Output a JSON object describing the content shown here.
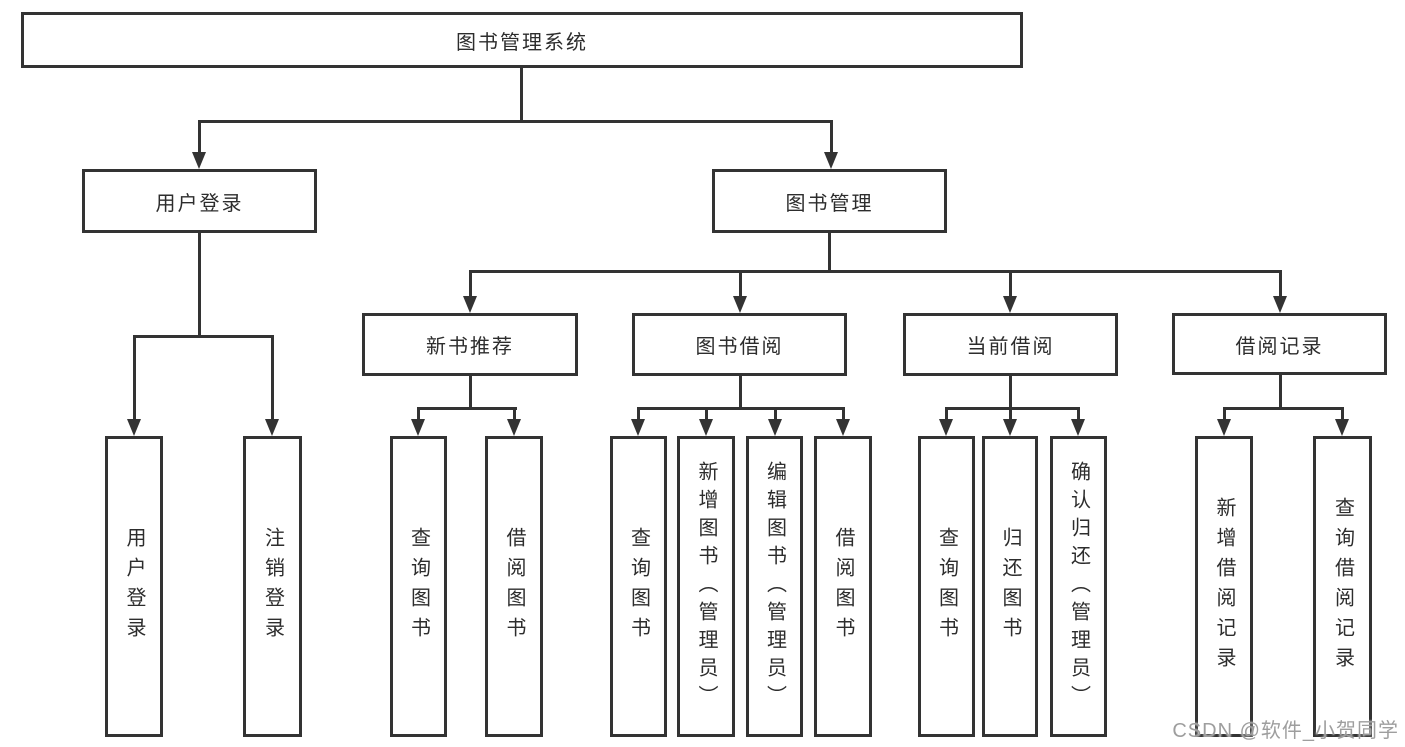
{
  "tree": {
    "root": "图书管理系统",
    "user_login": {
      "label": "用户登录",
      "children": [
        "用户登录",
        "注销登录"
      ]
    },
    "book_management": {
      "label": "图书管理"
    },
    "new_book_recommend": {
      "label": "新书推荐",
      "children": [
        "查询图书",
        "借阅图书"
      ]
    },
    "book_borrowing": {
      "label": "图书借阅",
      "children": [
        "查询图书",
        "新增图书（管理员）",
        "编辑图书（管理员）",
        "借阅图书"
      ]
    },
    "current_borrowing": {
      "label": "当前借阅",
      "children": [
        "查询图书",
        "归还图书",
        "确认归还（管理员）"
      ]
    },
    "borrowing_records": {
      "label": "借阅记录",
      "children": [
        "新增借阅记录",
        "查询借阅记录"
      ]
    }
  },
  "watermark": "CSDN @软件_小贺同学",
  "colors": {
    "line": "#333333",
    "text": "#2d2d2d",
    "background": "#ffffff",
    "watermark": "#9e9e9e"
  }
}
